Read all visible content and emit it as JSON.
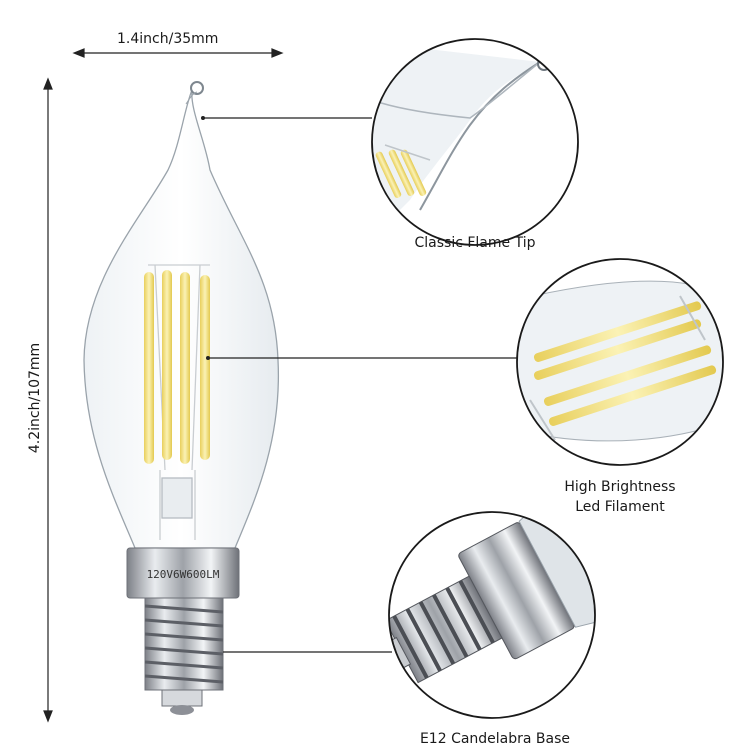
{
  "dimensions": {
    "width_label": "1.4inch/35mm",
    "height_label": "4.2inch/107mm"
  },
  "callouts": [
    {
      "line1": "Classic Flame Tip",
      "line2": ""
    },
    {
      "line1": "High Brightness",
      "line2": "Led Filament"
    },
    {
      "line1": "E12 Candelabra Base",
      "line2": ""
    }
  ],
  "base_marking": "120V6W600LM",
  "colors": {
    "filament": "#f3e28a",
    "metal": "#b9bcc2",
    "glass_edge": "#9aa3ab",
    "line": "#222222"
  }
}
